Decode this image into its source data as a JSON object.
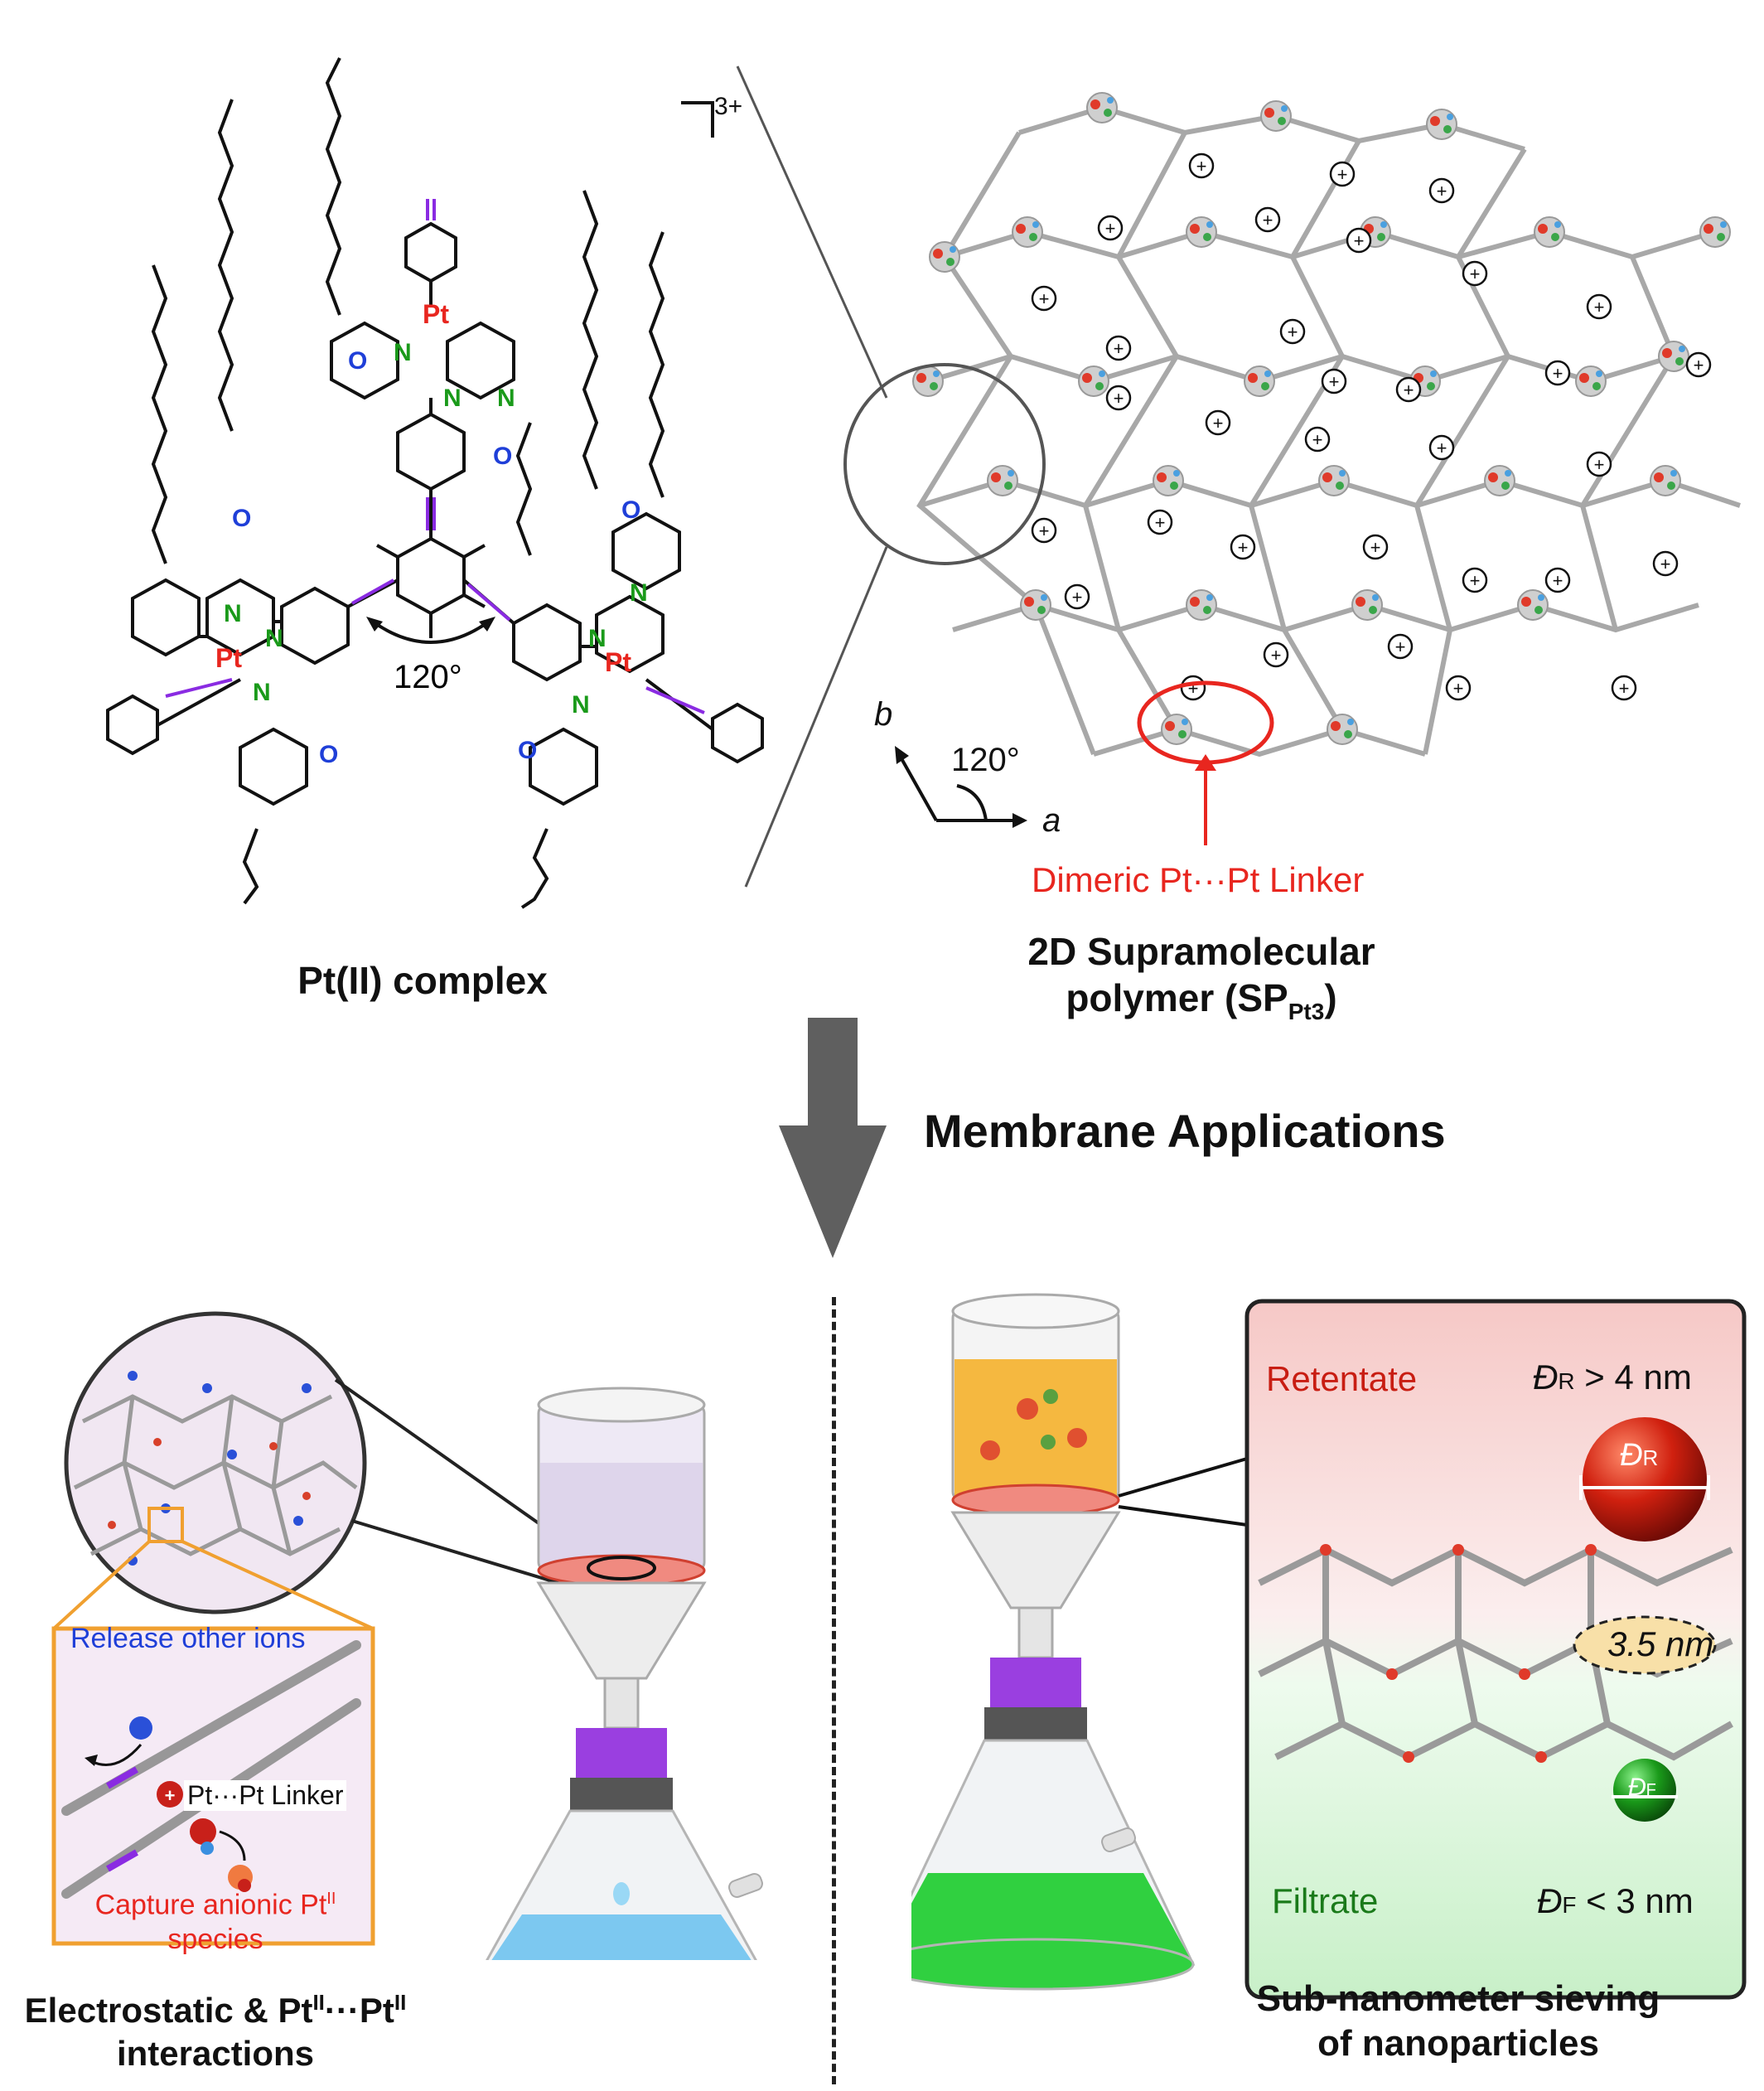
{
  "top_left": {
    "caption": "Pt(II) complex",
    "charge": "3+",
    "angle_label": "120°",
    "pt_label": "Pt",
    "n_label": "N",
    "o_label": "O"
  },
  "top_right": {
    "caption_line1": "2D Supramolecular",
    "caption_line2_pre": "polymer (SP",
    "caption_line2_sub": "Pt3",
    "caption_line2_post": ")",
    "axis_b": "b",
    "axis_a": "a",
    "axis_angle": "120°",
    "linker_label": "Dimeric Pt···Pt Linker",
    "plus_symbol": "+"
  },
  "middle": {
    "arrow_label": "Membrane Applications"
  },
  "bottom_left": {
    "release_label": "Release other ions",
    "linker_label": "Pt···Pt Linker",
    "capture_line1_pre": "Capture anionic Pt",
    "capture_line1_sup": "II",
    "capture_line2": "species",
    "caption_line1_pre": "Electrostatic & Pt",
    "caption_line1_sup1": "II",
    "caption_line1_mid": "···Pt",
    "caption_line1_sup2": "II",
    "caption_line2": "interactions"
  },
  "bottom_right": {
    "retentate_label": "Retentate",
    "filtrate_label": "Filtrate",
    "dr_symbol": "Đ",
    "dr_sub": "R",
    "dr_condition": "> 4 nm",
    "df_symbol": "Đ",
    "df_sub": "F",
    "df_condition": "< 3 nm",
    "pore_label": "3.5 nm",
    "caption_line1": "Sub-nanometer sieving",
    "caption_line2": "of nanoparticles"
  },
  "colors": {
    "platinum_red": "#e8261f",
    "nitrogen_green": "#1a9a1a",
    "oxygen_blue": "#1f3fd8",
    "alkyne_purple": "#8a2be2",
    "arrow_gray": "#5f5f5f",
    "filtrate_green": "#2fb34a",
    "retentate_red": "#c81d12",
    "box_orange": "#f0a030",
    "ion_blue": "#3a6fe0",
    "liquid_blue": "#7cc8f0",
    "liquid_orange": "#f5b840",
    "liquid_green": "#30d040",
    "collar_purple": "#9a3fe0"
  }
}
